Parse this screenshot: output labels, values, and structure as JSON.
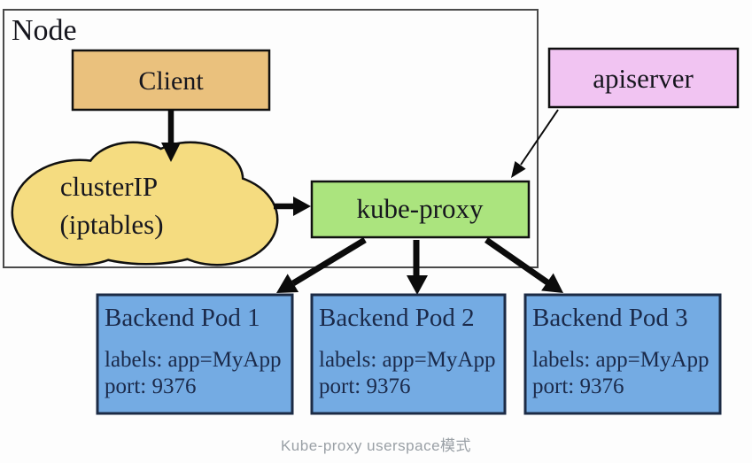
{
  "diagram": {
    "node_label": "Node",
    "client_label": "Client",
    "cloud_line1": "clusterIP",
    "cloud_line2": "(iptables)",
    "kube_proxy_label": "kube-proxy",
    "apiserver_label": "apiserver",
    "pods": [
      {
        "title": "Backend Pod 1",
        "labels": "labels: app=MyApp",
        "port": "port: 9376"
      },
      {
        "title": "Backend Pod 2",
        "labels": "labels: app=MyApp",
        "port": "port: 9376"
      },
      {
        "title": "Backend Pod 3",
        "labels": "labels: app=MyApp",
        "port": "port: 9376"
      }
    ],
    "caption": "Kube-proxy userspace模式"
  },
  "colors": {
    "client_box": "#eac17d",
    "cluster_ip_cloud": "#f5dc80",
    "kube_proxy_box": "#abe47e",
    "apiserver_box": "#f1c4f2",
    "pod_box": "#74abe3",
    "pod_border": "#1c2b45",
    "arrow": "#0b0b0b",
    "caption_text": "#9aa0a6"
  }
}
